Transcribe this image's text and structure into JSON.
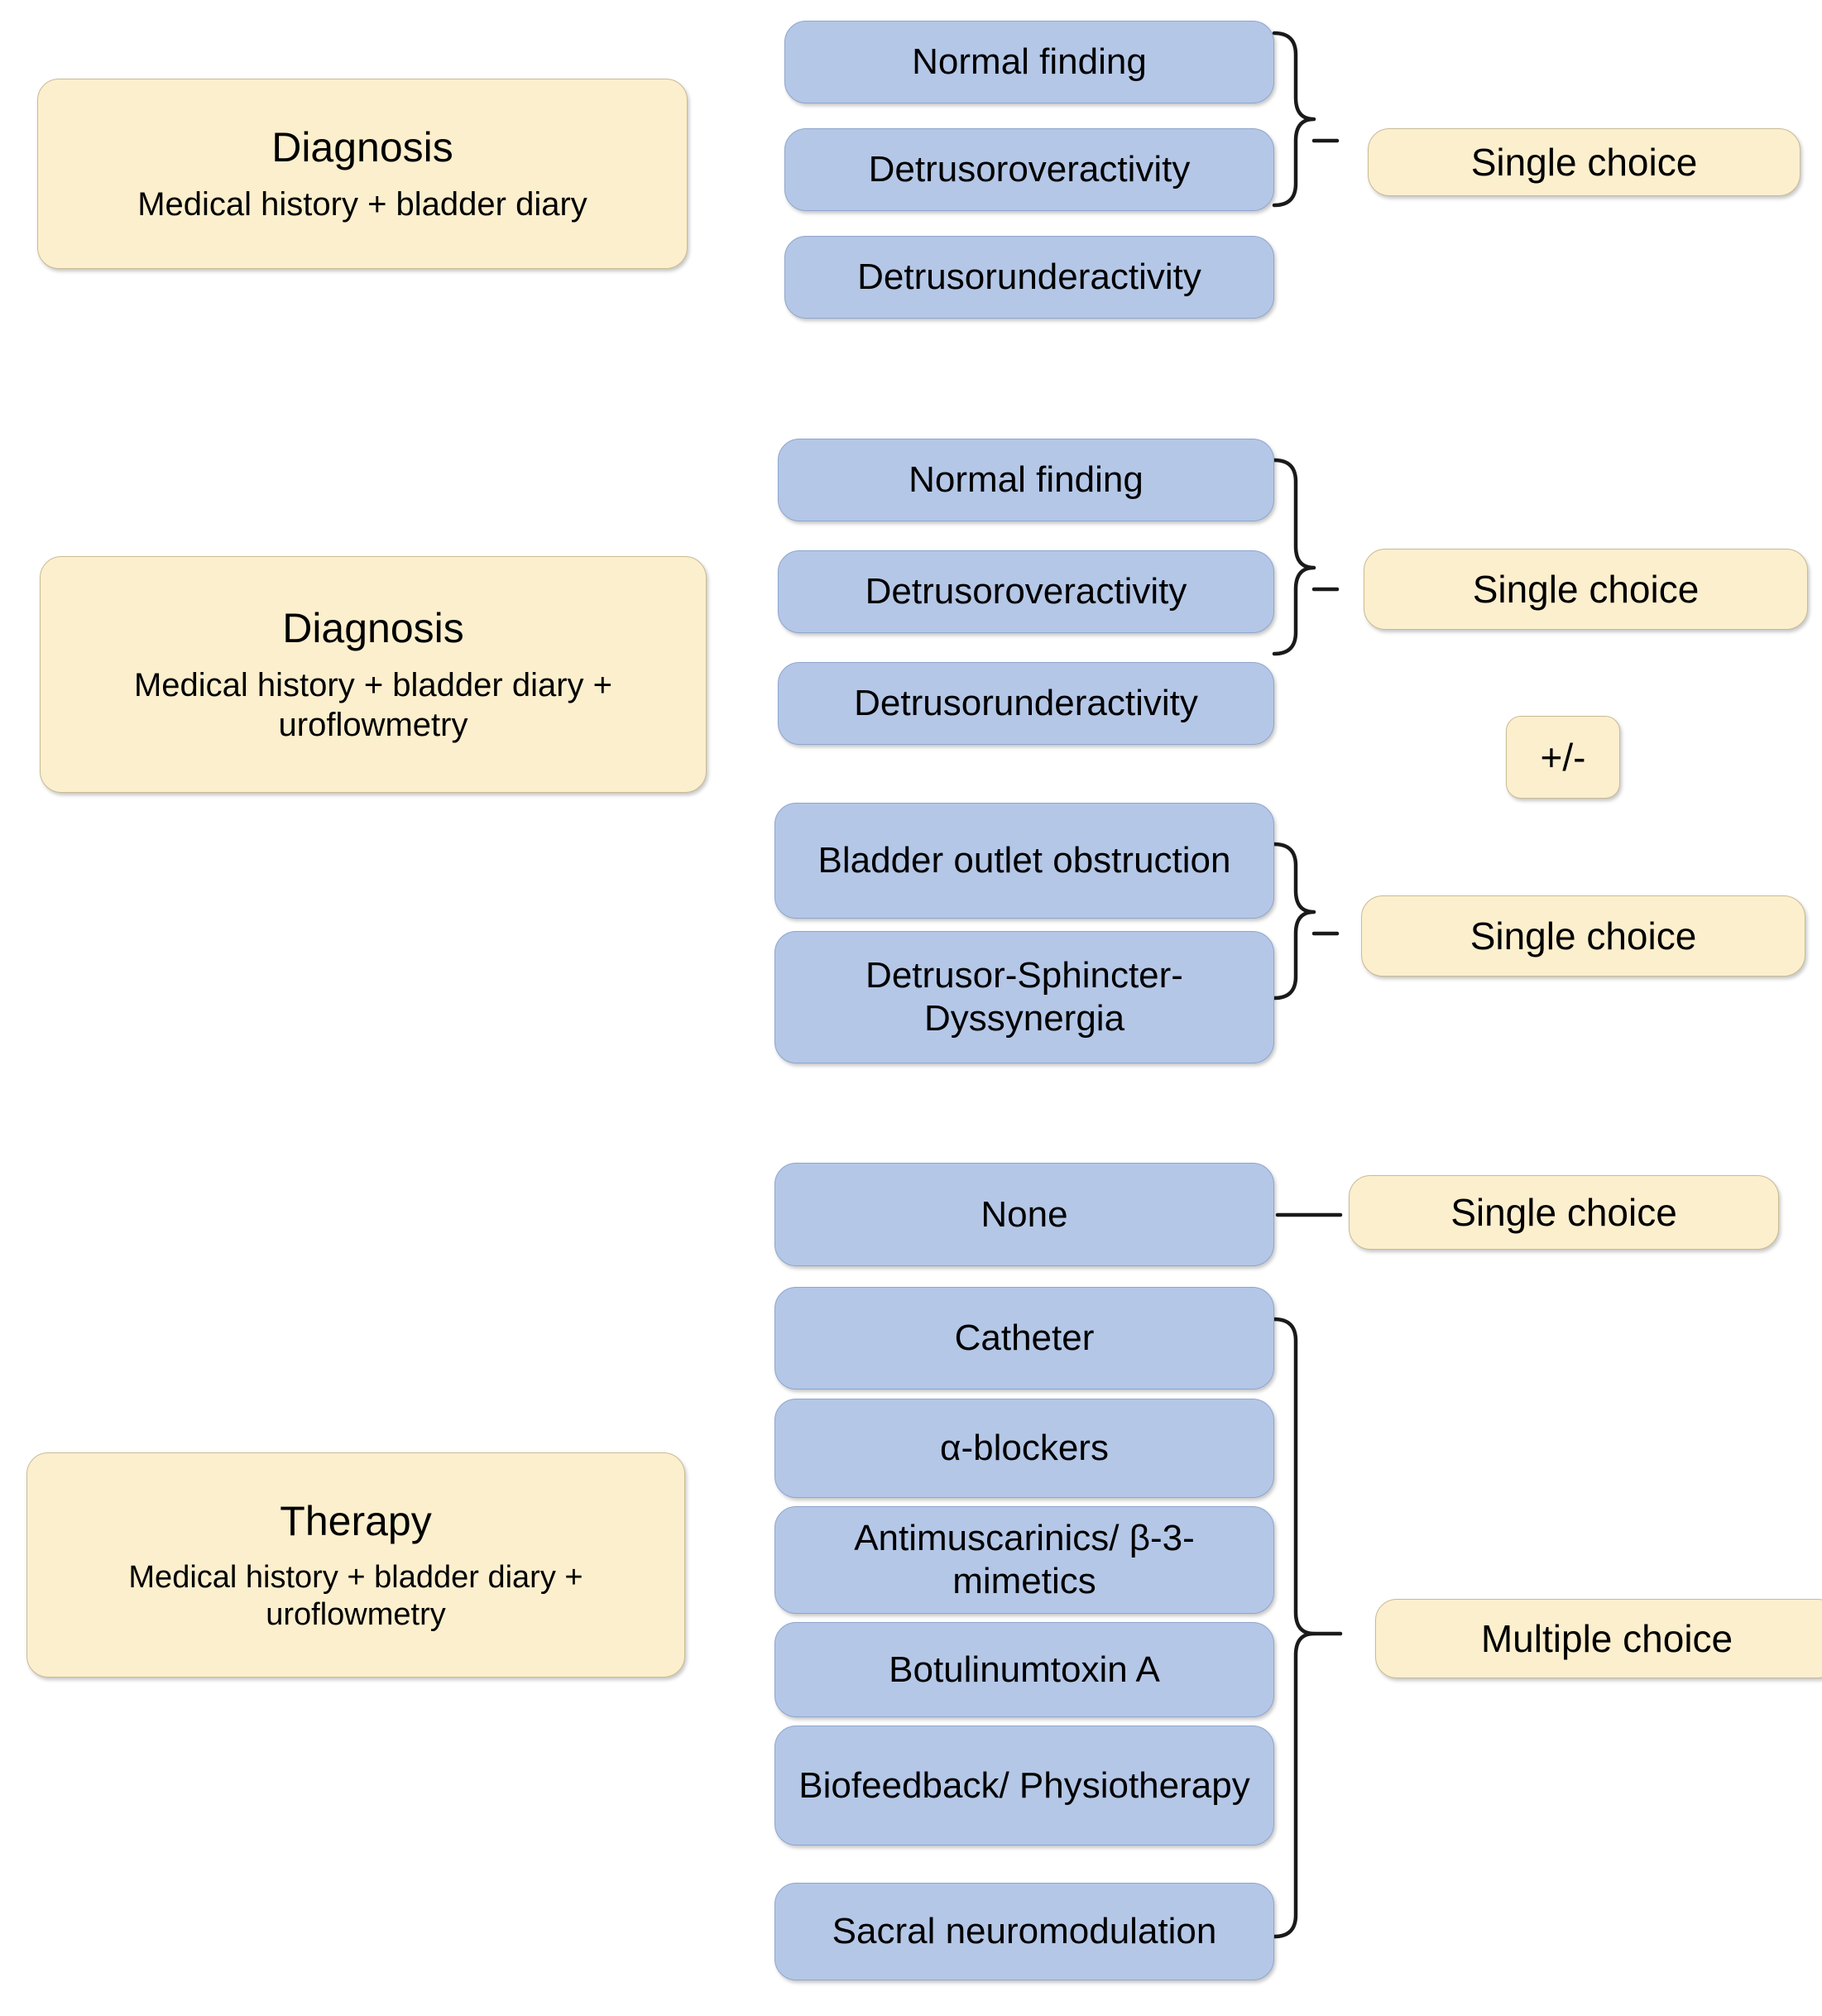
{
  "colors": {
    "stage_box": "#FCEFCD",
    "option_box": "#B4C7E7",
    "choice_box": "#FCEFCD",
    "connector": "#1A1A1A",
    "background": "#FFFFFF",
    "text": "#000000"
  },
  "sections": [
    {
      "id": "diagnosis-basic",
      "stage": {
        "title": "Diagnosis",
        "subtitle": "Medical history + bladder diary"
      },
      "groups": [
        {
          "id": "diagnosis-basic-findings",
          "options": [
            "Normal finding",
            "Detrusoroveractivity",
            "Detrusorunderactivity"
          ],
          "choice": "Single choice",
          "connector": "brace"
        }
      ]
    },
    {
      "id": "diagnosis-uroflow",
      "stage": {
        "title": "Diagnosis",
        "subtitle": "Medical history + bladder diary + uroflowmetry"
      },
      "modifier": "+/-",
      "groups": [
        {
          "id": "diagnosis-uroflow-findings",
          "options": [
            "Normal finding",
            "Detrusoroveractivity",
            "Detrusorunderactivity"
          ],
          "choice": "Single choice",
          "connector": "brace"
        },
        {
          "id": "diagnosis-uroflow-obstruction",
          "options": [
            "Bladder outlet obstruction",
            "Detrusor-Sphincter-Dyssynergia"
          ],
          "choice": "Single choice",
          "connector": "brace"
        }
      ]
    },
    {
      "id": "therapy",
      "stage": {
        "title": "Therapy",
        "subtitle": "Medical history + bladder diary + uroflowmetry"
      },
      "groups": [
        {
          "id": "therapy-none",
          "options": [
            "None"
          ],
          "choice": "Single choice",
          "connector": "line"
        },
        {
          "id": "therapy-options",
          "options": [
            "Catheter",
            "α-blockers",
            "Antimuscarinics/ β-3-mimetics",
            "Botulinumtoxin A",
            "Biofeedback/ Physiotherapy",
            "Sacral neuromodulation"
          ],
          "choice": "Multiple choice",
          "connector": "brace"
        }
      ]
    }
  ]
}
